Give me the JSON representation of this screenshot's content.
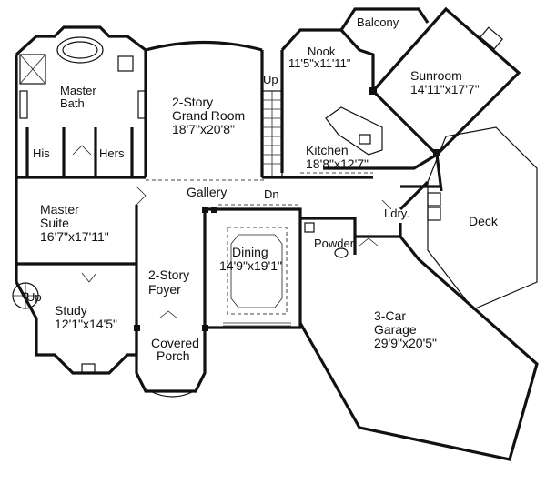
{
  "rooms": {
    "balcony": {
      "name": "Balcony"
    },
    "nook": {
      "name": "Nook",
      "size": "11'5\"x11'11\""
    },
    "sunroom": {
      "name": "Sunroom",
      "size": "14'11\"x17'7\""
    },
    "master_bath": {
      "name_line1": "Master",
      "name_line2": "Bath"
    },
    "his": {
      "name": "His"
    },
    "hers": {
      "name": "Hers"
    },
    "grand_room": {
      "name_line1": "2-Story",
      "name_line2": "Grand Room",
      "size": "18'7\"x20'8\""
    },
    "kitchen": {
      "name": "Kitchen",
      "size": "18'8\"x12'7\""
    },
    "gallery": {
      "name": "Gallery"
    },
    "master_suite": {
      "name_line1": "Master",
      "name_line2": "Suite",
      "size": "16'7\"x17'11\""
    },
    "laundry": {
      "name": "Ldry."
    },
    "deck": {
      "name": "Deck"
    },
    "powder": {
      "name": "Powder"
    },
    "dining": {
      "name": "Dining",
      "size": "14'9\"x19'1\""
    },
    "foyer": {
      "name_line1": "2-Story",
      "name_line2": "Foyer"
    },
    "study": {
      "name": "Study",
      "size": "12'1\"x14'5\""
    },
    "garage": {
      "name_line1": "3-Car",
      "name_line2": "Garage",
      "size": "29'9\"x20'5\""
    },
    "porch": {
      "name_line1": "Covered",
      "name_line2": "Porch"
    }
  },
  "stairs": {
    "up_main": "Up",
    "down_main": "Dn",
    "up_study": "Up"
  }
}
